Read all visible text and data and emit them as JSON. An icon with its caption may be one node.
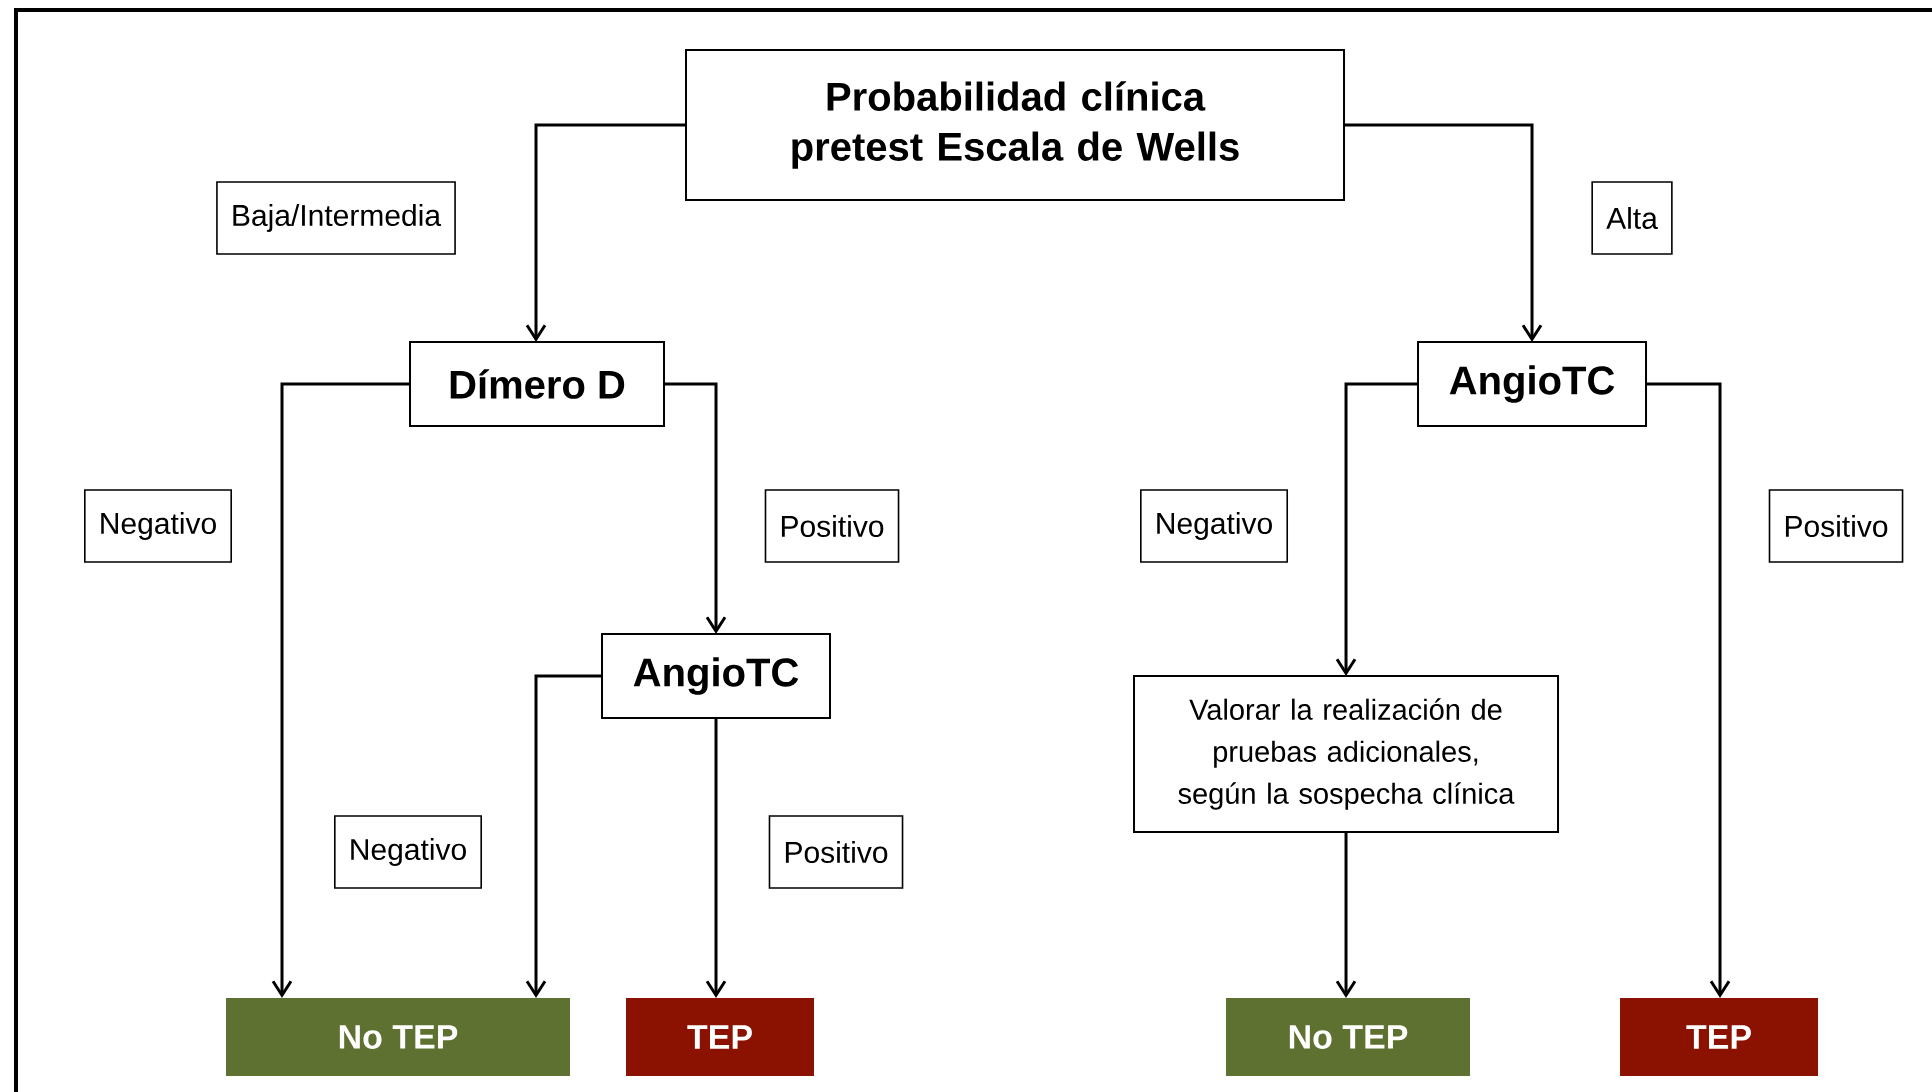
{
  "diagram": {
    "nodes": [
      {
        "text": [
          "Probabilidad clínica pretest Escala de Wells"
        ]
      },
      {
        "text": [
          "Dímero D"
        ]
      },
      {
        "text": [
          "AngioTC"
        ]
      },
      {
        "text": [
          "AngioTC"
        ]
      },
      {
        "text": [
          "No TEP"
        ]
      },
      {
        "text": [
          "TEP"
        ]
      },
      {
        "text": [
          "Valorar la realización de pruebas adicionales, según la sospecha clínica"
        ]
      },
      {
        "text": [
          "No TEP"
        ]
      },
      {
        "text": [
          "TEP"
        ]
      }
    ],
    "edges": [
      {
        "from": 0,
        "to": 1,
        "arrow": "to",
        "label": "Baja/Intermedia"
      },
      {
        "from": 0,
        "to": 2,
        "arrow": "to",
        "label": "Alta"
      },
      {
        "from": 1,
        "to": 4,
        "arrow": "to",
        "label": "Negativo"
      },
      {
        "from": 1,
        "to": 3,
        "arrow": "to",
        "label": "Positivo"
      },
      {
        "from": 3,
        "to": 4,
        "arrow": "to",
        "label": "Negativo"
      },
      {
        "from": 3,
        "to": 5,
        "arrow": "to",
        "label": "Positivo"
      },
      {
        "from": 2,
        "to": 6,
        "arrow": "to",
        "label": "Negativo"
      },
      {
        "from": 6,
        "to": 7,
        "arrow": "to"
      },
      {
        "from": 2,
        "to": 8,
        "arrow": "to",
        "label": "Positivo"
      }
    ]
  }
}
